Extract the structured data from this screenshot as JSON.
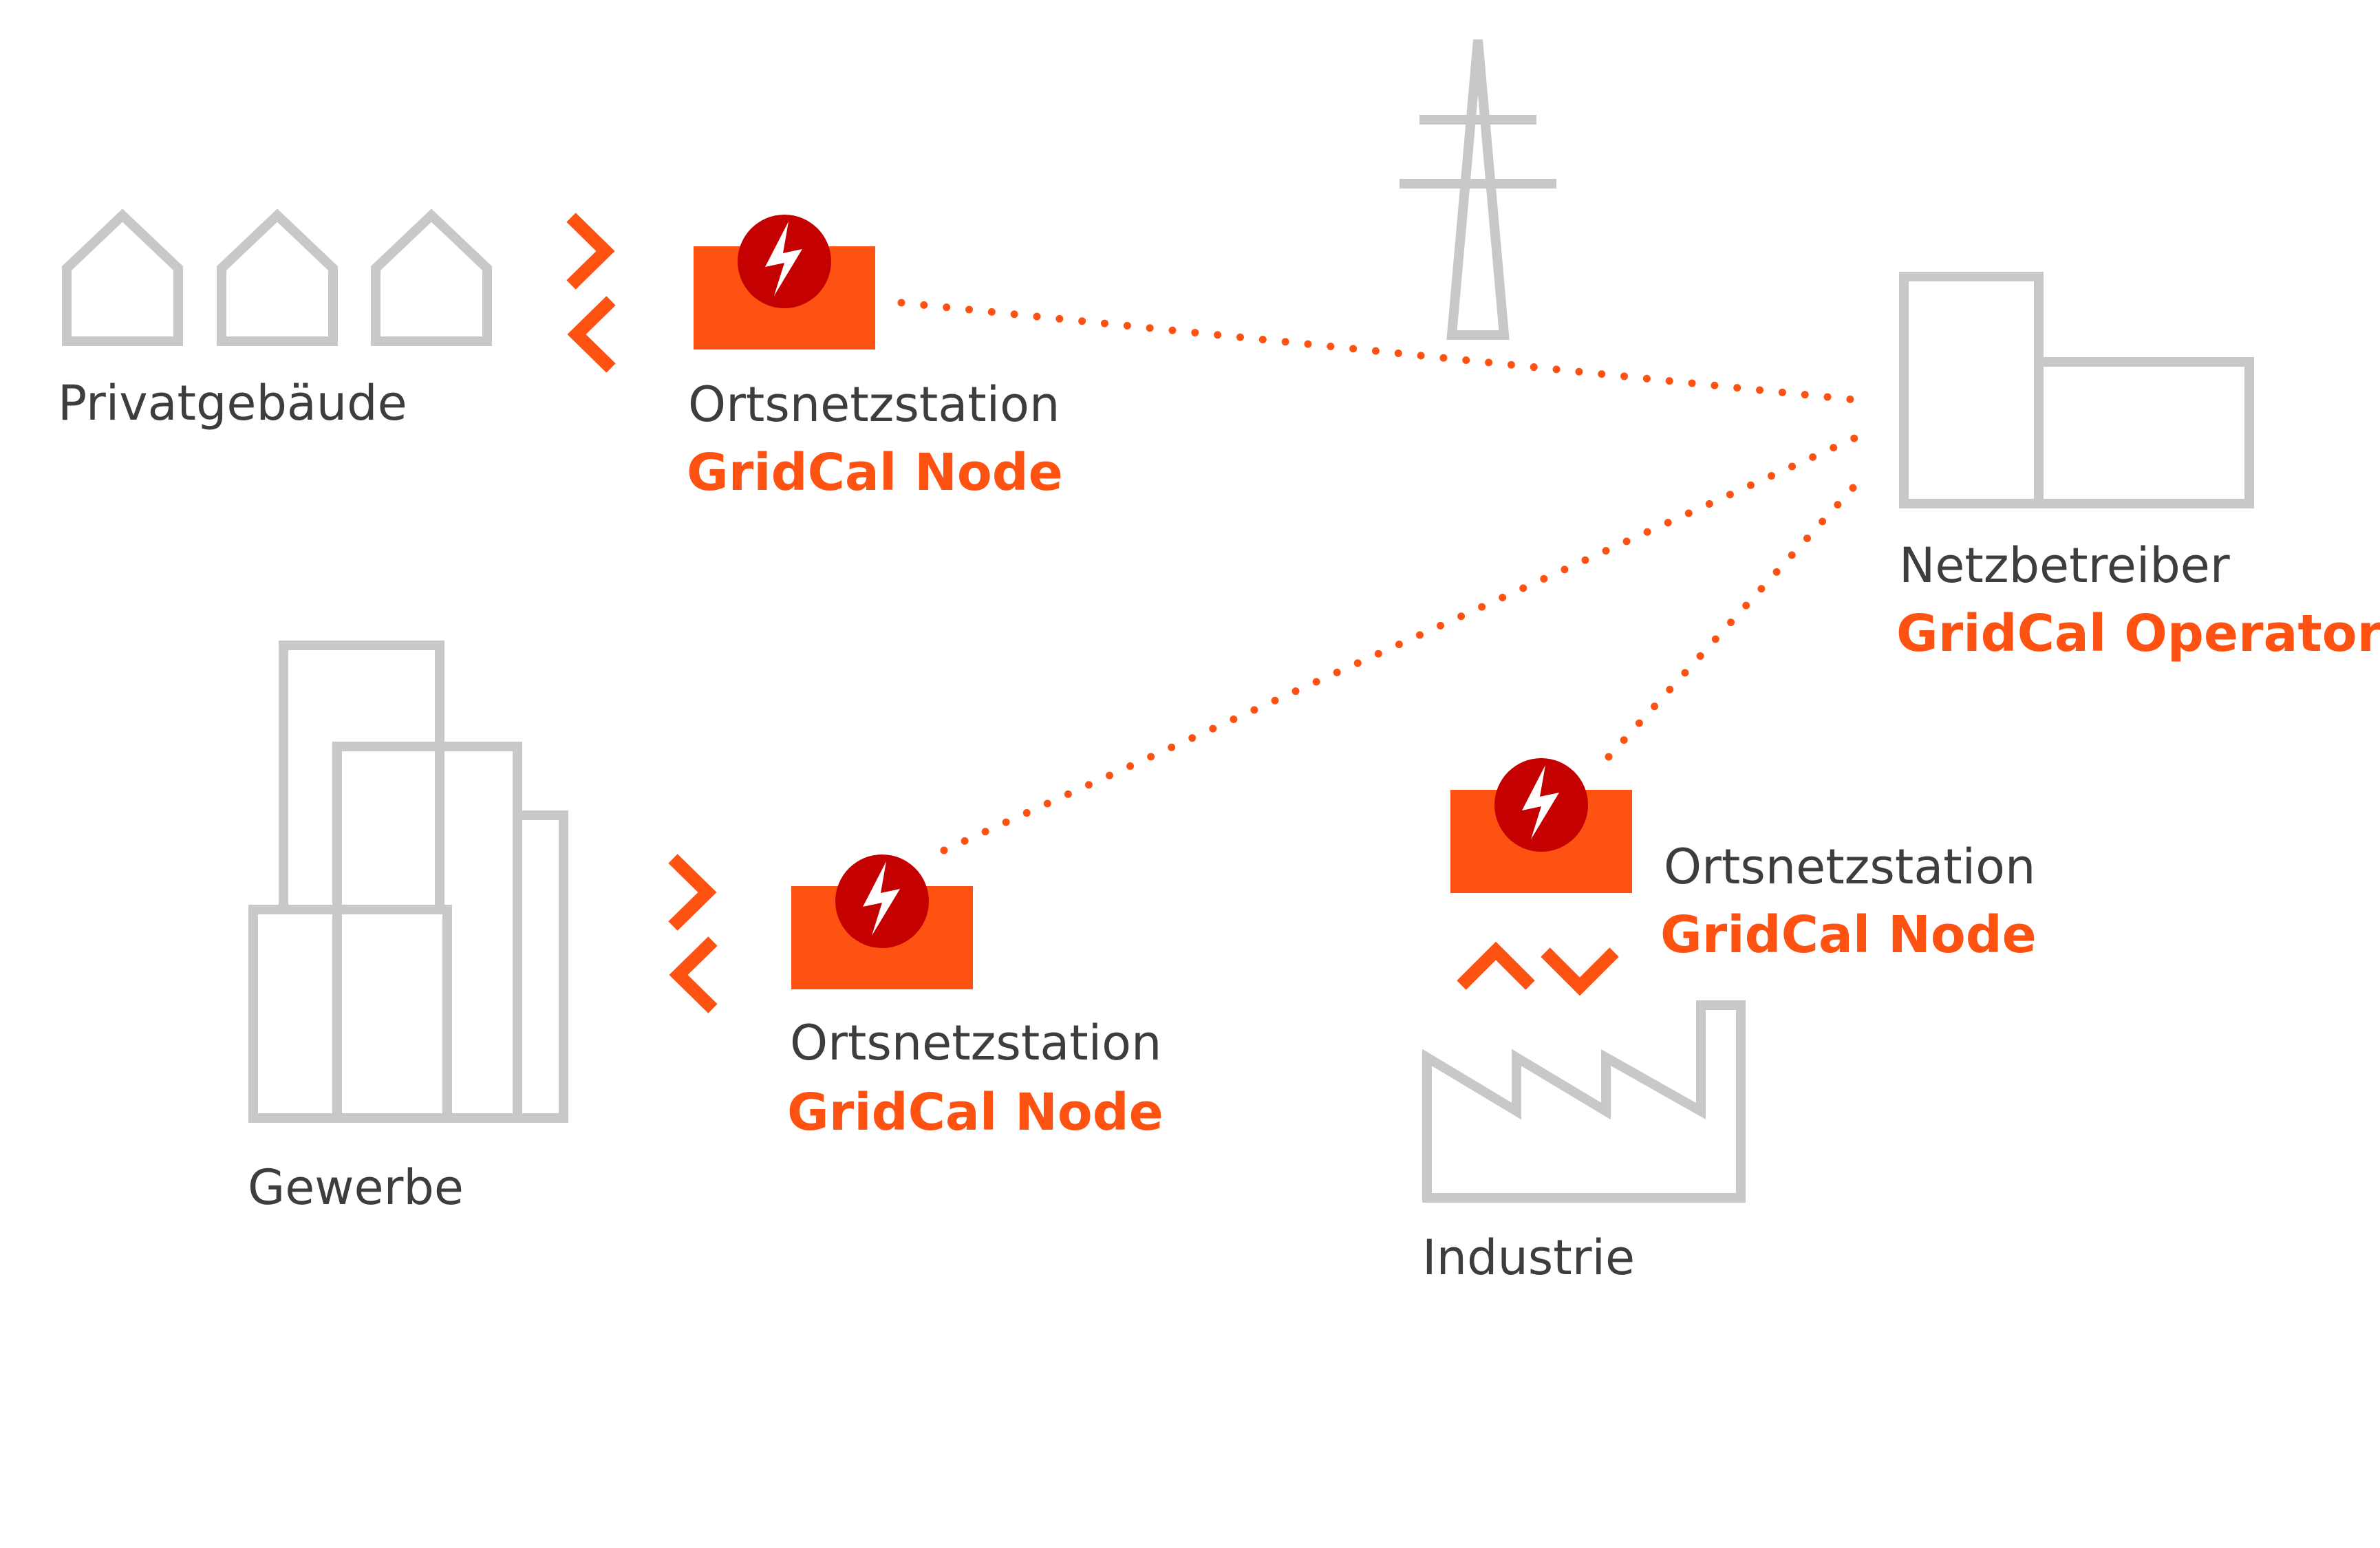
{
  "colors": {
    "accent": "#fe5213",
    "station_red": "#c40000",
    "icon_gray": "#c8c8c8",
    "text_dark": "#3d3d3d"
  },
  "nodes": {
    "private": {
      "label": "Privatgebäude",
      "icon": "houses-icon"
    },
    "station_top": {
      "label": "Ortsnetzstation",
      "sublabel": "GridCal Node",
      "icon": "lightning-icon"
    },
    "pylon": {
      "icon": "power-pylon-icon"
    },
    "operator": {
      "label": "Netzbetreiber",
      "sublabel": "GridCal Operator",
      "icon": "office-building-icon"
    },
    "commercial": {
      "label": "Gewerbe",
      "icon": "commercial-buildings-icon"
    },
    "station_mid": {
      "label": "Ortsnetzstation",
      "sublabel": "GridCal Node",
      "icon": "lightning-icon"
    },
    "station_right": {
      "label": "Ortsnetzstation",
      "sublabel": "GridCal Node",
      "icon": "lightning-icon"
    },
    "industry": {
      "label": "Industrie",
      "icon": "factory-icon"
    }
  }
}
